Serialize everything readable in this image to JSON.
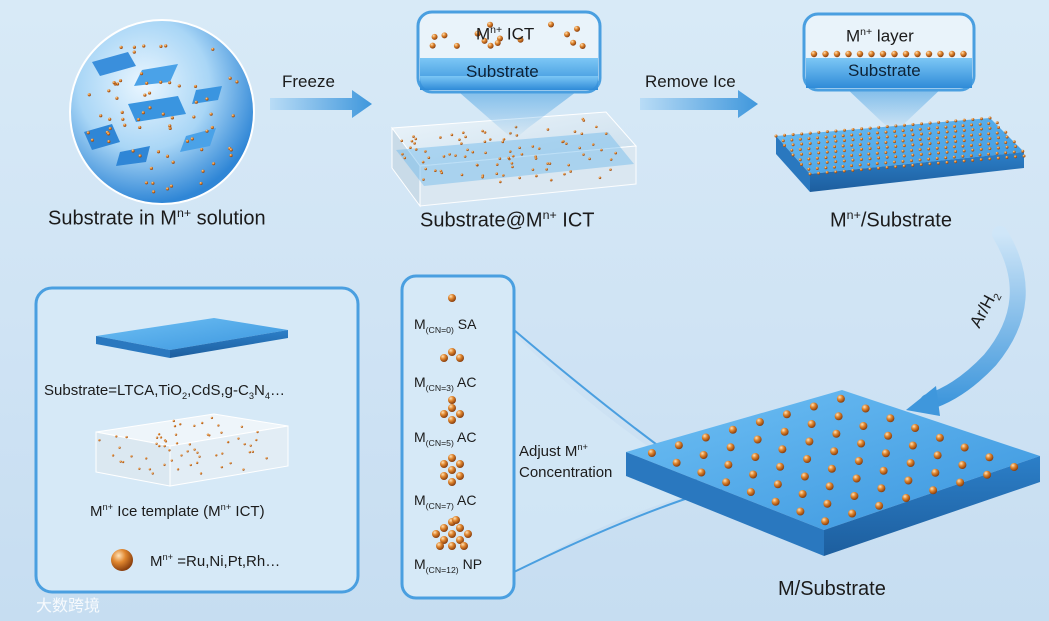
{
  "steps": {
    "step1_label": "Substrate in M",
    "step1_sup": "n+",
    "step1_tail": " solution",
    "step2_label": "Substrate@M",
    "step2_sup": "n+",
    "step2_tail": " ICT",
    "step3_label": "M",
    "step3_sup": "n+",
    "step3_tail": "/Substrate",
    "final_label": "M/Substrate"
  },
  "arrows": {
    "freeze": "Freeze",
    "remove_ice": "Remove Ice",
    "ar_h2": "Ar/H",
    "ar_h2_sub": "2",
    "adjust_line1": "Adjust  M",
    "adjust_sup": "n+",
    "adjust_line2": "Concentration"
  },
  "insets": {
    "ict_top_pre": "M",
    "ict_top_sup": "n+",
    "ict_top_tail": " ICT",
    "ict_bottom": "Substrate",
    "layer_top_pre": "M",
    "layer_top_sup": "n+",
    "layer_top_tail": " layer",
    "layer_bottom": "Substrate"
  },
  "legend": {
    "substrate_text_a": "Substrate=LTCA,TiO",
    "substrate_sub1": "2",
    "substrate_text_b": ",CdS,g-C",
    "substrate_sub2": "3",
    "substrate_text_c": "N",
    "substrate_sub3": "4",
    "substrate_text_d": "…",
    "ice_pre": "M",
    "ice_sup": "n+",
    "ice_mid": " Ice template (M",
    "ice_sup2": "n+",
    "ice_tail": " ICT)",
    "metal_pre": "M",
    "metal_sup": "n+",
    "metal_tail": " =Ru,Ni,Pt,Rh…"
  },
  "species": [
    {
      "m": "M",
      "sub": "(CN=0)",
      "type": " SA"
    },
    {
      "m": "M",
      "sub": "(CN=3)",
      "type": " AC"
    },
    {
      "m": "M",
      "sub": "(CN=5)",
      "type": " AC"
    },
    {
      "m": "M",
      "sub": "(CN=7)",
      "type": " AC"
    },
    {
      "m": "M",
      "sub": "(CN=12)",
      "type": " NP"
    }
  ],
  "watermark": "大数跨境",
  "colors": {
    "background": "#d3e6f5",
    "substrate_blue": "#3d9be0",
    "arrow_blue": "#4a9fe0",
    "panel_border": "#4a9fe0",
    "metal_orange": "#d9762a"
  }
}
